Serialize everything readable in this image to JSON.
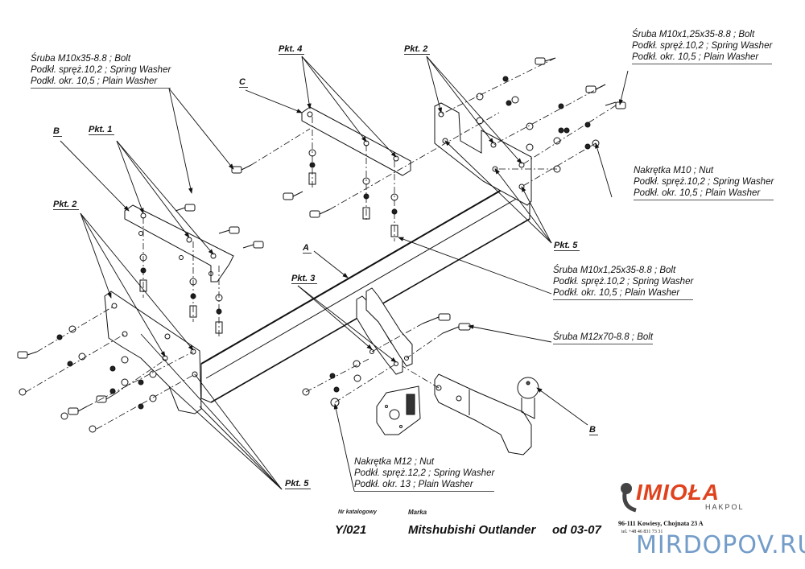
{
  "callouts": [
    {
      "id": "bolt-m10x35",
      "lines": [
        "Śruba M10x35-8.8 ;  Bolt",
        "Podkł. spręż.10,2 ; Spring Washer",
        "Podkł. okr. 10,5 ; Plain Washer"
      ]
    },
    {
      "id": "bolt-m10x125-top",
      "lines": [
        "Śruba M10x1,25x35-8.8 ;  Bolt",
        "Podkł. spręż.10,2 ; Spring Washer",
        "Podkł. okr. 10,5 ; Plain Washer"
      ]
    },
    {
      "id": "nut-m10",
      "lines": [
        "Nakrętka  M10 ; Nut",
        "Podkł. spręż.10,2 ; Spring Washer",
        "Podkł. okr. 10,5 ; Plain Washer"
      ]
    },
    {
      "id": "bolt-m10x125-mid",
      "lines": [
        "Śruba M10x1,25x35-8.8 ;  Bolt",
        "Podkł. spręż.10,2 ; Spring Washer",
        "Podkł. okr. 10,5 ; Plain Washer"
      ]
    },
    {
      "id": "bolt-m12x70",
      "lines": [
        "Śruba M12x70-8.8 ;  Bolt"
      ]
    },
    {
      "id": "nut-m12",
      "lines": [
        "Nakrętka  M12 ; Nut",
        "Podkł. spręż.12,2 ; Spring Washer",
        "Podkł. okr. 13 ; Plain Washer"
      ]
    }
  ],
  "tags": {
    "pkt1": "Pkt. 1",
    "pkt2_left": "Pkt. 2",
    "pkt2_top": "Pkt. 2",
    "pkt3": "Pkt. 3",
    "pkt4": "Pkt. 4",
    "pkt5_right": "Pkt. 5",
    "pkt5_bottom": "Pkt. 5",
    "part_a": "A",
    "part_b_left": "B",
    "part_b_right": "B",
    "part_c": "C"
  },
  "title_block": {
    "catalog_label": "Nr katalogowy",
    "catalog_number": "Y/021",
    "brand_label": "Marka",
    "brand": "Mitshubishi Outlander",
    "date": "od 03-07"
  },
  "company": {
    "logo": "IMIOŁA",
    "sub": "HAKPOL",
    "address": "96-111 Kowiesy, Chojnata 23 A",
    "phone": "tel. +48 46 831 73 31"
  },
  "watermark": "MIRDOPOV.RU"
}
